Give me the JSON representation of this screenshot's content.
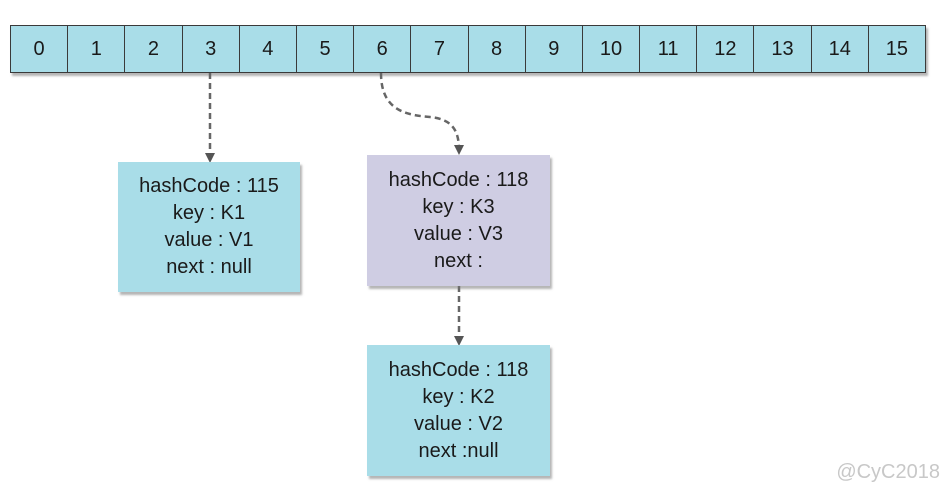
{
  "array": {
    "cells": [
      "0",
      "1",
      "2",
      "3",
      "4",
      "5",
      "6",
      "7",
      "8",
      "9",
      "10",
      "11",
      "12",
      "13",
      "14",
      "15"
    ]
  },
  "nodes": {
    "k1": {
      "hash": "hashCode : 115",
      "key": "key : K1",
      "value": "value : V1",
      "next": "next : null",
      "color": "#a9dde8"
    },
    "k3": {
      "hash": "hashCode : 118",
      "key": "key : K3",
      "value": "value : V3",
      "next": "next :",
      "color": "#cfcde3"
    },
    "k2": {
      "hash": "hashCode : 118",
      "key": "key : K2",
      "value": "value : V2",
      "next": "next :null",
      "color": "#a9dde8"
    }
  },
  "watermark": "@CyC2018"
}
